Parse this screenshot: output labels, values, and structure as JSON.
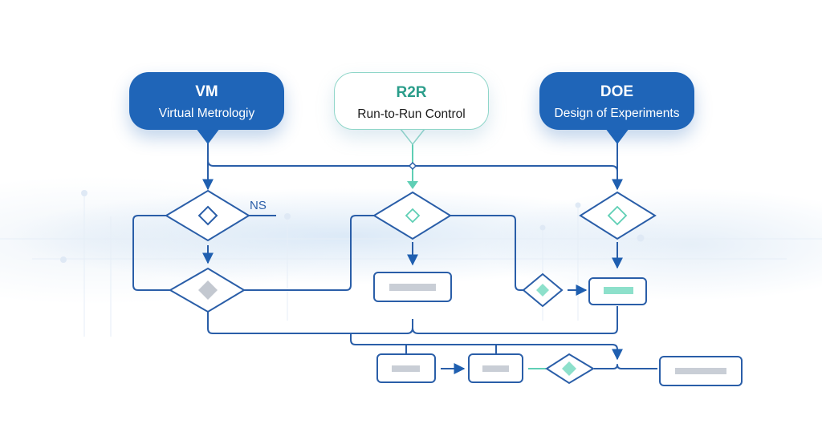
{
  "diagram": {
    "callouts": [
      {
        "id": "vm",
        "abbr": "VM",
        "full": "Virtual Metrologiy",
        "style": "blue"
      },
      {
        "id": "r2r",
        "abbr": "R2R",
        "full": "Run-to-Run Control",
        "style": "white"
      },
      {
        "id": "doe",
        "abbr": "DOE",
        "full": "Design of Experiments",
        "style": "white-blue"
      }
    ],
    "edge_labels": {
      "ns": "NS"
    },
    "colors": {
      "primary_blue": "#1f65b8",
      "line_blue": "#2a5ea8",
      "teal": "#5fcfb5",
      "teal_fill": "#8de0cb",
      "gray_fill": "#c9ced6",
      "background": "#ffffff"
    },
    "nodes": [
      {
        "id": "vm-decision-1",
        "type": "decision",
        "inner": "outline-diamond-blue"
      },
      {
        "id": "vm-decision-2",
        "type": "decision",
        "inner": "filled-diamond-gray"
      },
      {
        "id": "r2r-decision",
        "type": "decision",
        "inner": "outline-diamond-teal"
      },
      {
        "id": "r2r-process",
        "type": "process",
        "inner": "gray-bar"
      },
      {
        "id": "doe-decision",
        "type": "decision",
        "inner": "outline-diamond-teal"
      },
      {
        "id": "doe-small-decision",
        "type": "decision",
        "inner": "filled-diamond-teal"
      },
      {
        "id": "doe-process",
        "type": "process",
        "inner": "teal-bar"
      },
      {
        "id": "bottom-process-1",
        "type": "process",
        "inner": "gray-bar"
      },
      {
        "id": "bottom-process-2",
        "type": "process",
        "inner": "gray-bar"
      },
      {
        "id": "bottom-decision",
        "type": "decision",
        "inner": "filled-diamond-teal"
      },
      {
        "id": "bottom-process-3",
        "type": "process",
        "inner": "gray-bar"
      }
    ]
  }
}
